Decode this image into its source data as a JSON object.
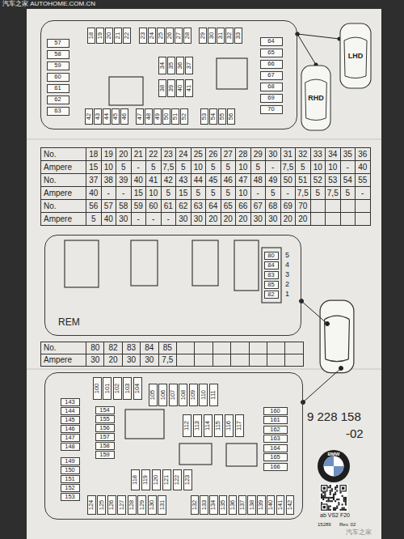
{
  "diagram": {
    "nodes": [
      {
        "text": []
      },
      {
        "text": [
          "18"
        ],
        "in": 0
      },
      {
        "text": [
          "19"
        ],
        "in": 0
      },
      {
        "text": [
          "20"
        ],
        "in": 0
      },
      {
        "text": [
          "21"
        ],
        "in": 0
      },
      {
        "text": [
          "22"
        ],
        "in": 0
      },
      {
        "text": [
          "23"
        ],
        "in": 0
      },
      {
        "text": [
          "24"
        ],
        "in": 0
      },
      {
        "text": [
          "25"
        ],
        "in": 0
      },
      {
        "text": [
          "26"
        ],
        "in": 0
      },
      {
        "text": [
          "27"
        ],
        "in": 0
      },
      {
        "text": [
          "28"
        ],
        "in": 0
      },
      {
        "text": [
          "29"
        ],
        "in": 0
      },
      {
        "text": [
          "30"
        ],
        "in": 0
      },
      {
        "text": [
          "31"
        ],
        "in": 0
      },
      {
        "text": [
          "32"
        ],
        "in": 0
      },
      {
        "text": [
          "33"
        ],
        "in": 0
      },
      {
        "text": [
          "57"
        ],
        "in": 0
      },
      {
        "text": [
          "58"
        ],
        "in": 0
      },
      {
        "text": [
          "59"
        ],
        "in": 0
      },
      {
        "text": [
          "60"
        ],
        "in": 0
      },
      {
        "text": [
          "61"
        ],
        "in": 0
      },
      {
        "text": [
          "62"
        ],
        "in": 0
      },
      {
        "text": [
          "63"
        ],
        "in": 0
      },
      {
        "text": [
          "34"
        ],
        "in": 0
      },
      {
        "text": [
          "35"
        ],
        "in": 0
      },
      {
        "text": [
          "36"
        ],
        "in": 0
      },
      {
        "text": [
          "37"
        ],
        "in": 0
      },
      {
        "text": [
          "38"
        ],
        "in": 0
      },
      {
        "text": [
          "39"
        ],
        "in": 0
      },
      {
        "text": [
          "40"
        ],
        "in": 0
      },
      {
        "text": [
          "41"
        ],
        "in": 0
      },
      {
        "text": [
          "64"
        ],
        "in": 0
      },
      {
        "text": [
          "65"
        ],
        "in": 0
      },
      {
        "text": [
          "66"
        ],
        "in": 0
      },
      {
        "text": [
          "67"
        ],
        "in": 0
      },
      {
        "text": [
          "68"
        ],
        "in": 0
      },
      {
        "text": [
          "69"
        ],
        "in": 0
      },
      {
        "text": [
          "70"
        ],
        "in": 0
      },
      {
        "text": [
          "42"
        ],
        "in": 0
      },
      {
        "text": [
          "43"
        ],
        "in": 0
      },
      {
        "text": [
          "44"
        ],
        "in": 0
      },
      {
        "text": [
          "45"
        ],
        "in": 0
      },
      {
        "text": [
          "46"
        ],
        "in": 0
      },
      {
        "text": [
          "47"
        ],
        "in": 0
      },
      {
        "text": [
          "48"
        ],
        "in": 0
      },
      {
        "text": [
          "49"
        ],
        "in": 0
      },
      {
        "text": [
          "50"
        ],
        "in": 0
      },
      {
        "text": [
          "51"
        ],
        "in": 0
      },
      {
        "text": [
          "52"
        ],
        "in": 0
      },
      {
        "text": [
          "53"
        ],
        "in": 0
      },
      {
        "text": [
          "54"
        ],
        "in": 0
      },
      {
        "text": [
          "55"
        ],
        "in": 0
      },
      {
        "text": [
          "56"
        ],
        "in": 0
      },
      {
        "text": [
          "RHD"
        ]
      },
      {
        "text": [
          "LHD"
        ]
      },
      {
        "text": [
          "REM"
        ]
      },
      {
        "text": [
          "80"
        ],
        "in": 56
      },
      {
        "text": [
          "84"
        ],
        "in": 56
      },
      {
        "text": [
          "83"
        ],
        "in": 56
      },
      {
        "text": [
          "85"
        ],
        "in": 56
      },
      {
        "text": [
          "82"
        ],
        "in": 56
      },
      {
        "text": []
      },
      {
        "text": [
          "100"
        ],
        "in": 62
      },
      {
        "text": [
          "101"
        ],
        "in": 62
      },
      {
        "text": [
          "102"
        ],
        "in": 62
      },
      {
        "text": [
          "103"
        ],
        "in": 62
      },
      {
        "text": [
          "104"
        ],
        "in": 62
      },
      {
        "text": [
          "105"
        ],
        "in": 62
      },
      {
        "text": [
          "106"
        ],
        "in": 62
      },
      {
        "text": [
          "107"
        ],
        "in": 62
      },
      {
        "text": [
          "108"
        ],
        "in": 62
      },
      {
        "text": [
          "109"
        ],
        "in": 62
      },
      {
        "text": [
          "110"
        ],
        "in": 62
      },
      {
        "text": [
          "111"
        ],
        "in": 62
      },
      {
        "text": [
          "143"
        ],
        "in": 62
      },
      {
        "text": [
          "144"
        ],
        "in": 62
      },
      {
        "text": [
          "145"
        ],
        "in": 62
      },
      {
        "text": [
          "146"
        ],
        "in": 62
      },
      {
        "text": [
          "147"
        ],
        "in": 62
      },
      {
        "text": [
          "148"
        ],
        "in": 62
      },
      {
        "text": [
          "154"
        ],
        "in": 62
      },
      {
        "text": [
          "155"
        ],
        "in": 62
      },
      {
        "text": [
          "156"
        ],
        "in": 62
      },
      {
        "text": [
          "157"
        ],
        "in": 62
      },
      {
        "text": [
          "158"
        ],
        "in": 62
      },
      {
        "text": [
          "159"
        ],
        "in": 62
      },
      {
        "text": [
          "112"
        ],
        "in": 62
      },
      {
        "text": [
          "113"
        ],
        "in": 62
      },
      {
        "text": [
          "114"
        ],
        "in": 62
      },
      {
        "text": [
          "115"
        ],
        "in": 62
      },
      {
        "text": [
          "116"
        ],
        "in": 62
      },
      {
        "text": [
          "117"
        ],
        "in": 62
      },
      {
        "text": [
          "160"
        ],
        "in": 62
      },
      {
        "text": [
          "161"
        ],
        "in": 62
      },
      {
        "text": [
          "162"
        ],
        "in": 62
      },
      {
        "text": [
          "163"
        ],
        "in": 62
      },
      {
        "text": [
          "164"
        ],
        "in": 62
      },
      {
        "text": [
          "165"
        ],
        "in": 62
      },
      {
        "text": [
          "166"
        ],
        "in": 62
      },
      {
        "text": [
          "149"
        ],
        "in": 62
      },
      {
        "text": [
          "150"
        ],
        "in": 62
      },
      {
        "text": [
          "151"
        ],
        "in": 62
      },
      {
        "text": [
          "152"
        ],
        "in": 62
      },
      {
        "text": [
          "153"
        ],
        "in": 62
      },
      {
        "text": [
          "118"
        ],
        "in": 62
      },
      {
        "text": [
          "119"
        ],
        "in": 62
      },
      {
        "text": [
          "120"
        ],
        "in": 62
      },
      {
        "text": [
          "121"
        ],
        "in": 62
      },
      {
        "text": [
          "122"
        ],
        "in": 62
      },
      {
        "text": [
          "123"
        ],
        "in": 62
      },
      {
        "text": [
          "124"
        ],
        "in": 62
      },
      {
        "text": [
          "125"
        ],
        "in": 62
      },
      {
        "text": [
          "126"
        ],
        "in": 62
      },
      {
        "text": [
          "127"
        ],
        "in": 62
      },
      {
        "text": [
          "128"
        ],
        "in": 62
      },
      {
        "text": [
          "129"
        ],
        "in": 62
      },
      {
        "text": [
          "130"
        ],
        "in": 62
      },
      {
        "text": [
          "131"
        ],
        "in": 62
      },
      {
        "text": [
          "132"
        ],
        "in": 62
      },
      {
        "text": [
          "133"
        ],
        "in": 62
      },
      {
        "text": [
          "134"
        ],
        "in": 62
      },
      {
        "text": [
          "135"
        ],
        "in": 62
      },
      {
        "text": [
          "136"
        ],
        "in": 62
      },
      {
        "text": [
          "137"
        ],
        "in": 62
      },
      {
        "text": [
          "138"
        ],
        "in": 62
      },
      {
        "text": [
          "139"
        ],
        "in": 62
      },
      {
        "text": [
          "140"
        ],
        "in": 62
      },
      {
        "text": [
          "141"
        ],
        "in": 62
      },
      {
        "text": [
          "142"
        ],
        "in": 62
      }
    ],
    "edges": [
      {
        "from": 0,
        "to": 54,
        "arrow": "none"
      },
      {
        "from": 0,
        "to": 55,
        "arrow": "none"
      }
    ],
    "labels": [
      "汽车之家 AUTOHOME.COM.CN",
      "No.",
      "18",
      "19",
      "20",
      "21",
      "22",
      "23",
      "24",
      "25",
      "26",
      "27",
      "28",
      "29",
      "30",
      "31",
      "32",
      "33",
      "34",
      "35",
      "36",
      "Ampere",
      "15",
      "10",
      "5",
      "-",
      "5",
      "7,5",
      "5",
      "10",
      "5",
      "5",
      "10",
      "5",
      "-",
      "7,5",
      "5",
      "10",
      "10",
      "-",
      "40",
      "No.",
      "37",
      "38",
      "39",
      "40",
      "41",
      "42",
      "43",
      "44",
      "45",
      "46",
      "47",
      "48",
      "49",
      "50",
      "51",
      "52",
      "53",
      "54",
      "55",
      "Ampere",
      "40",
      "-",
      "-",
      "15",
      "10",
      "5",
      "15",
      "5",
      "5",
      "5",
      "10",
      "-",
      "5",
      "-",
      "7,5",
      "5",
      "7,5",
      "5",
      "-",
      "No.",
      "56",
      "57",
      "58",
      "59",
      "60",
      "61",
      "62",
      "63",
      "64",
      "65",
      "66",
      "67",
      "68",
      "69",
      "70",
      "Ampere",
      "5",
      "40",
      "30",
      "-",
      "-",
      "-",
      "30",
      "30",
      "20",
      "20",
      "20",
      "30",
      "30",
      "20",
      "20",
      "No.",
      "80",
      "82",
      "83",
      "84",
      "85",
      "Ampere",
      "30",
      "20",
      "30",
      "30",
      "7,5",
      "5",
      "4",
      "3",
      "2",
      "1",
      "9 228 158",
      "-02",
      "BMW",
      "ab VS2 F20",
      "15289",
      "Rev. 02",
      "汽车之家"
    ]
  }
}
